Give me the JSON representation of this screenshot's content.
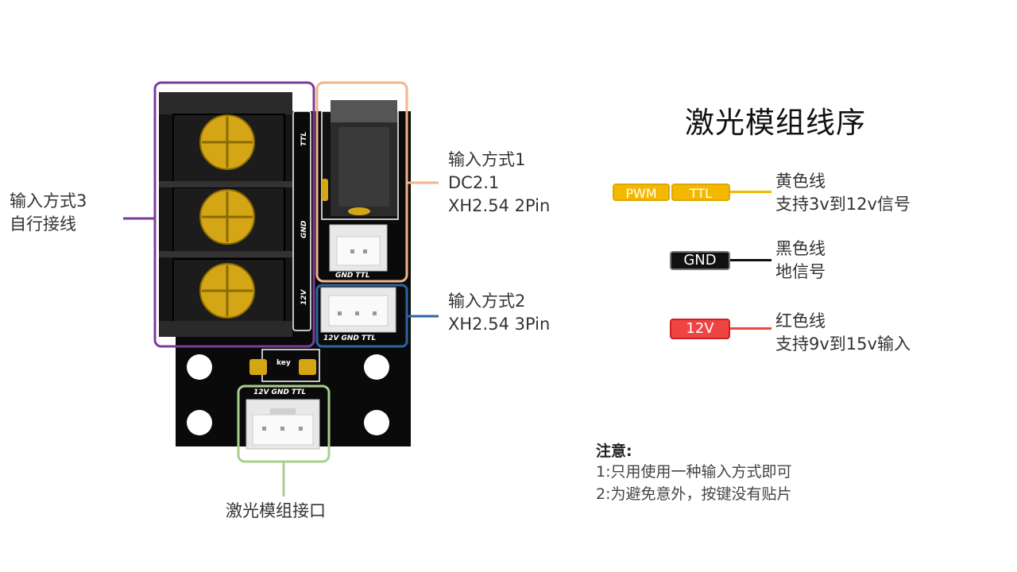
{
  "title": "激光模组线序",
  "inputs": {
    "method3": [
      "输入方式3",
      "自行接线"
    ],
    "method1": [
      "输入方式1",
      "DC2.1",
      "XH2.54 2Pin"
    ],
    "method2": [
      "输入方式2",
      "XH2.54 3Pin"
    ],
    "laser_port": "激光模组接口"
  },
  "wires": [
    {
      "tags": [
        "PWM",
        "TTL"
      ],
      "color": "#f5b800",
      "desc": [
        "黄色线",
        "支持3v到12v信号"
      ]
    },
    {
      "tags": [
        "GND"
      ],
      "color": "#111111",
      "desc": [
        "黑色线",
        "地信号"
      ]
    },
    {
      "tags": [
        "12V"
      ],
      "color": "#ee4444",
      "desc": [
        "红色线",
        "支持9v到15v输入"
      ]
    }
  ],
  "notes": {
    "heading": "注意:",
    "items": [
      "1:只用使用一种输入方式即可",
      "2:为避免意外，按键没有贴片"
    ]
  },
  "pcb_labels": {
    "terminal": [
      "TTL",
      "GND",
      "12V"
    ],
    "xh2": [
      "GND",
      "TTL"
    ],
    "xh3": [
      "12V",
      "GND",
      "TTL"
    ],
    "laser": [
      "12V",
      "GND",
      "TTL"
    ],
    "key": "key"
  },
  "colors": {
    "method3_box": "#7a3d9a",
    "method1_box": "#f2b48a",
    "method2_box": "#2e64a0",
    "laser_box": "#a8d08d",
    "pcb": "#0a0a0a",
    "screw": "#d4a616"
  }
}
